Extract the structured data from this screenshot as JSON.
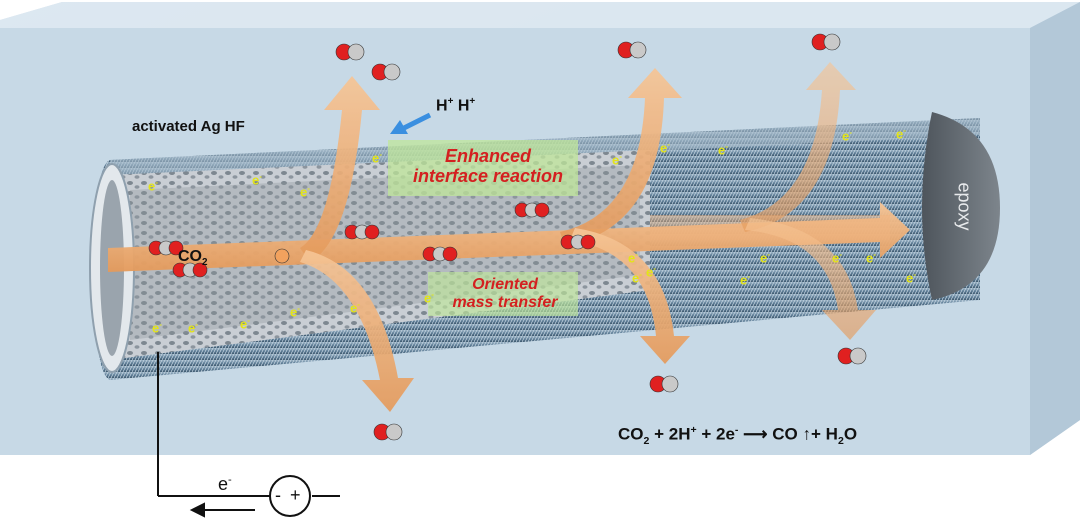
{
  "labels": {
    "fiber": "activated Ag HF",
    "h_plus": "H",
    "h_plus_sup": "+",
    "co2_main": "CO",
    "co2_sub": "2",
    "enhanced_line1": "Enhanced",
    "enhanced_line2": "interface reaction",
    "oriented_line1": "Oriented",
    "oriented_line2": "mass transfer",
    "epoxy": "epoxy",
    "electron": "e",
    "electron_sup": "-",
    "circuit_electron": "e",
    "circuit_sign_minus": "-",
    "circuit_sign_plus": "+"
  },
  "equation": {
    "co2": "CO",
    "co2_sub": "2",
    "plus1": " + 2H",
    "h_sup": "+",
    "plus2": " + 2e",
    "e_sup": "-",
    "arrow": "⟶",
    "co": "CO",
    "up": "↑",
    "plus3": "+ H",
    "h2o_sub": "2",
    "o": "O"
  },
  "colors": {
    "box": "#c9dbe8",
    "box_top": "#dbe7f0",
    "box_side": "#b8cddd",
    "fiber_fur": "#6f8fa8",
    "fiber_inner": "#d9dde2",
    "arrow": "#f2b47e",
    "arrow_edge": "#d98b4e",
    "electron": "#e3e41a",
    "oxygen": "#e02020",
    "carbon": "#9a9a9a",
    "epoxy": "#6a7178",
    "label_red": "#d42020",
    "highlight": "#bfe69a"
  }
}
